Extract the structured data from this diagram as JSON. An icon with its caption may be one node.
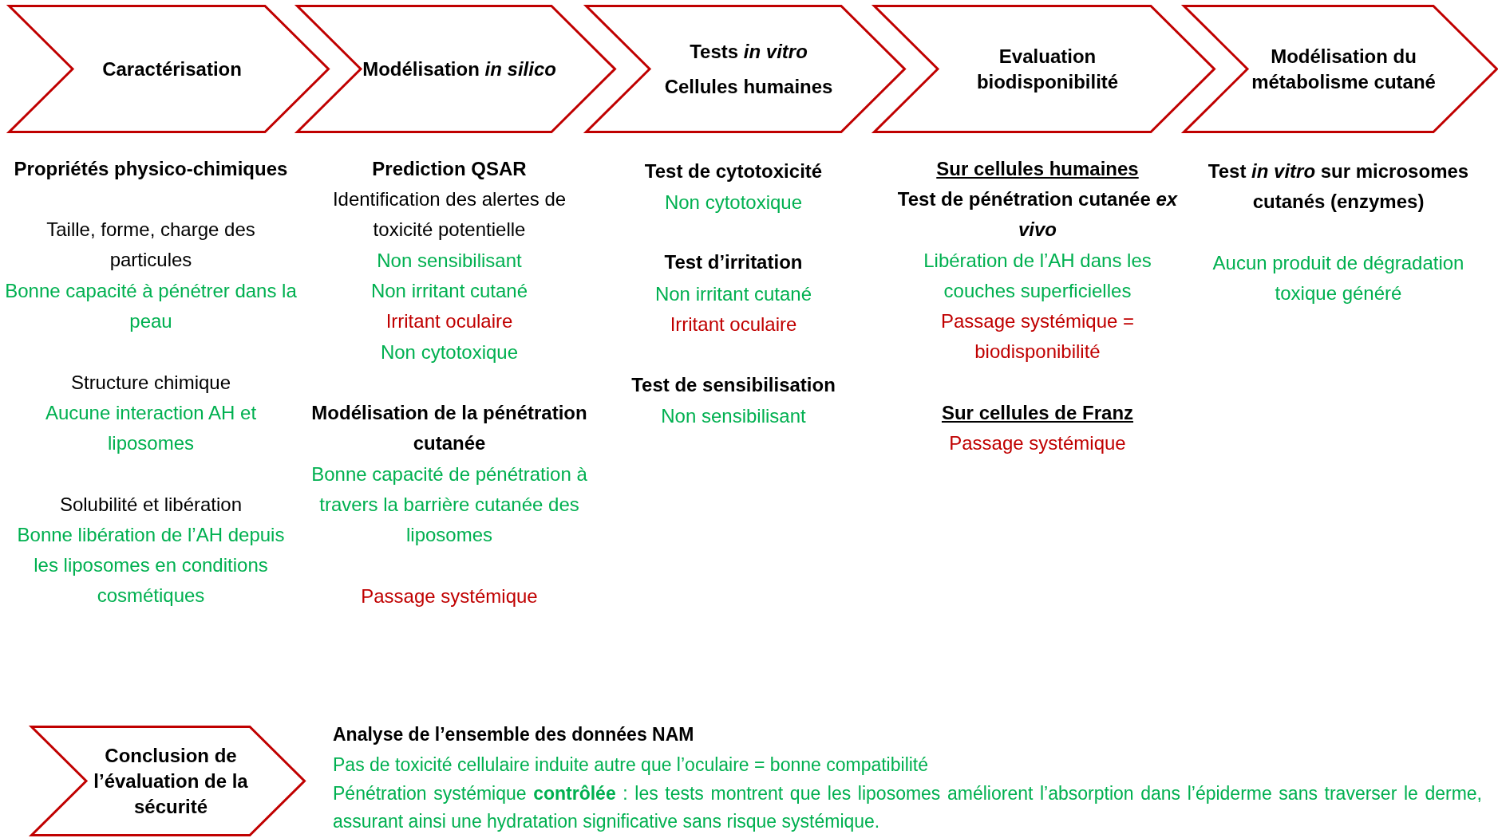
{
  "diagram": {
    "nodes": [
      {
        "text": [
          "Caractérisation"
        ]
      },
      {
        "text": [
          "Modélisation *in silico*"
        ]
      },
      {
        "text": [
          "Tests *in vitro*",
          "Cellules humaines"
        ]
      },
      {
        "text": [
          "Evaluation biodisponibilité"
        ]
      },
      {
        "text": [
          "Modélisation du métabolisme cutané"
        ]
      },
      {
        "text": [
          "Conclusion de l’évaluation de la sécurité"
        ]
      }
    ],
    "labels": [
      "Propriétés physico-chimiques",
      "Taille, forme, charge des particules",
      "Bonne capacité à pénétrer dans la peau",
      "Structure chimique",
      "Aucune interaction AH et liposomes",
      "Solubilité et libération",
      "Bonne libération de l’AH depuis les liposomes en conditions cosmétiques",
      "Prediction QSAR",
      "Identification des alertes de toxicité potentielle",
      "Non sensibilisant",
      "Non irritant cutané",
      "Irritant oculaire",
      "Non cytotoxique",
      "Modélisation de la pénétration cutanée",
      "Bonne capacité de pénétration à travers la barrière cutanée des liposomes",
      "Passage systémique",
      "Test de cytotoxicité",
      "Non cytotoxique",
      "Test d’irritation",
      "Non irritant cutané",
      "Irritant oculaire",
      "Test de sensibilisation",
      "Non sensibilisant",
      "Sur cellules humaines",
      "Test de pénétration cutanée *ex vivo*",
      "Libération de l’AH dans les couches superficielles",
      "Passage systémique = biodisponibilité",
      "Sur cellules de Franz",
      "Passage systémique",
      "Test *in vitro* sur microsomes cutanés (enzymes)",
      "Aucun produit de dégradation toxique généré",
      "Analyse de l’ensemble des données NAM",
      "Pas de toxicité cellulaire induite autre que l’oculaire = bonne compatibilité",
      "Pénétration systémique **contrôlée** : les tests montrent que les liposomes améliorent l’absorption dans l’épiderme sans traverser le derme, assurant ainsi une hydratation significative sans risque systémique."
    ]
  }
}
